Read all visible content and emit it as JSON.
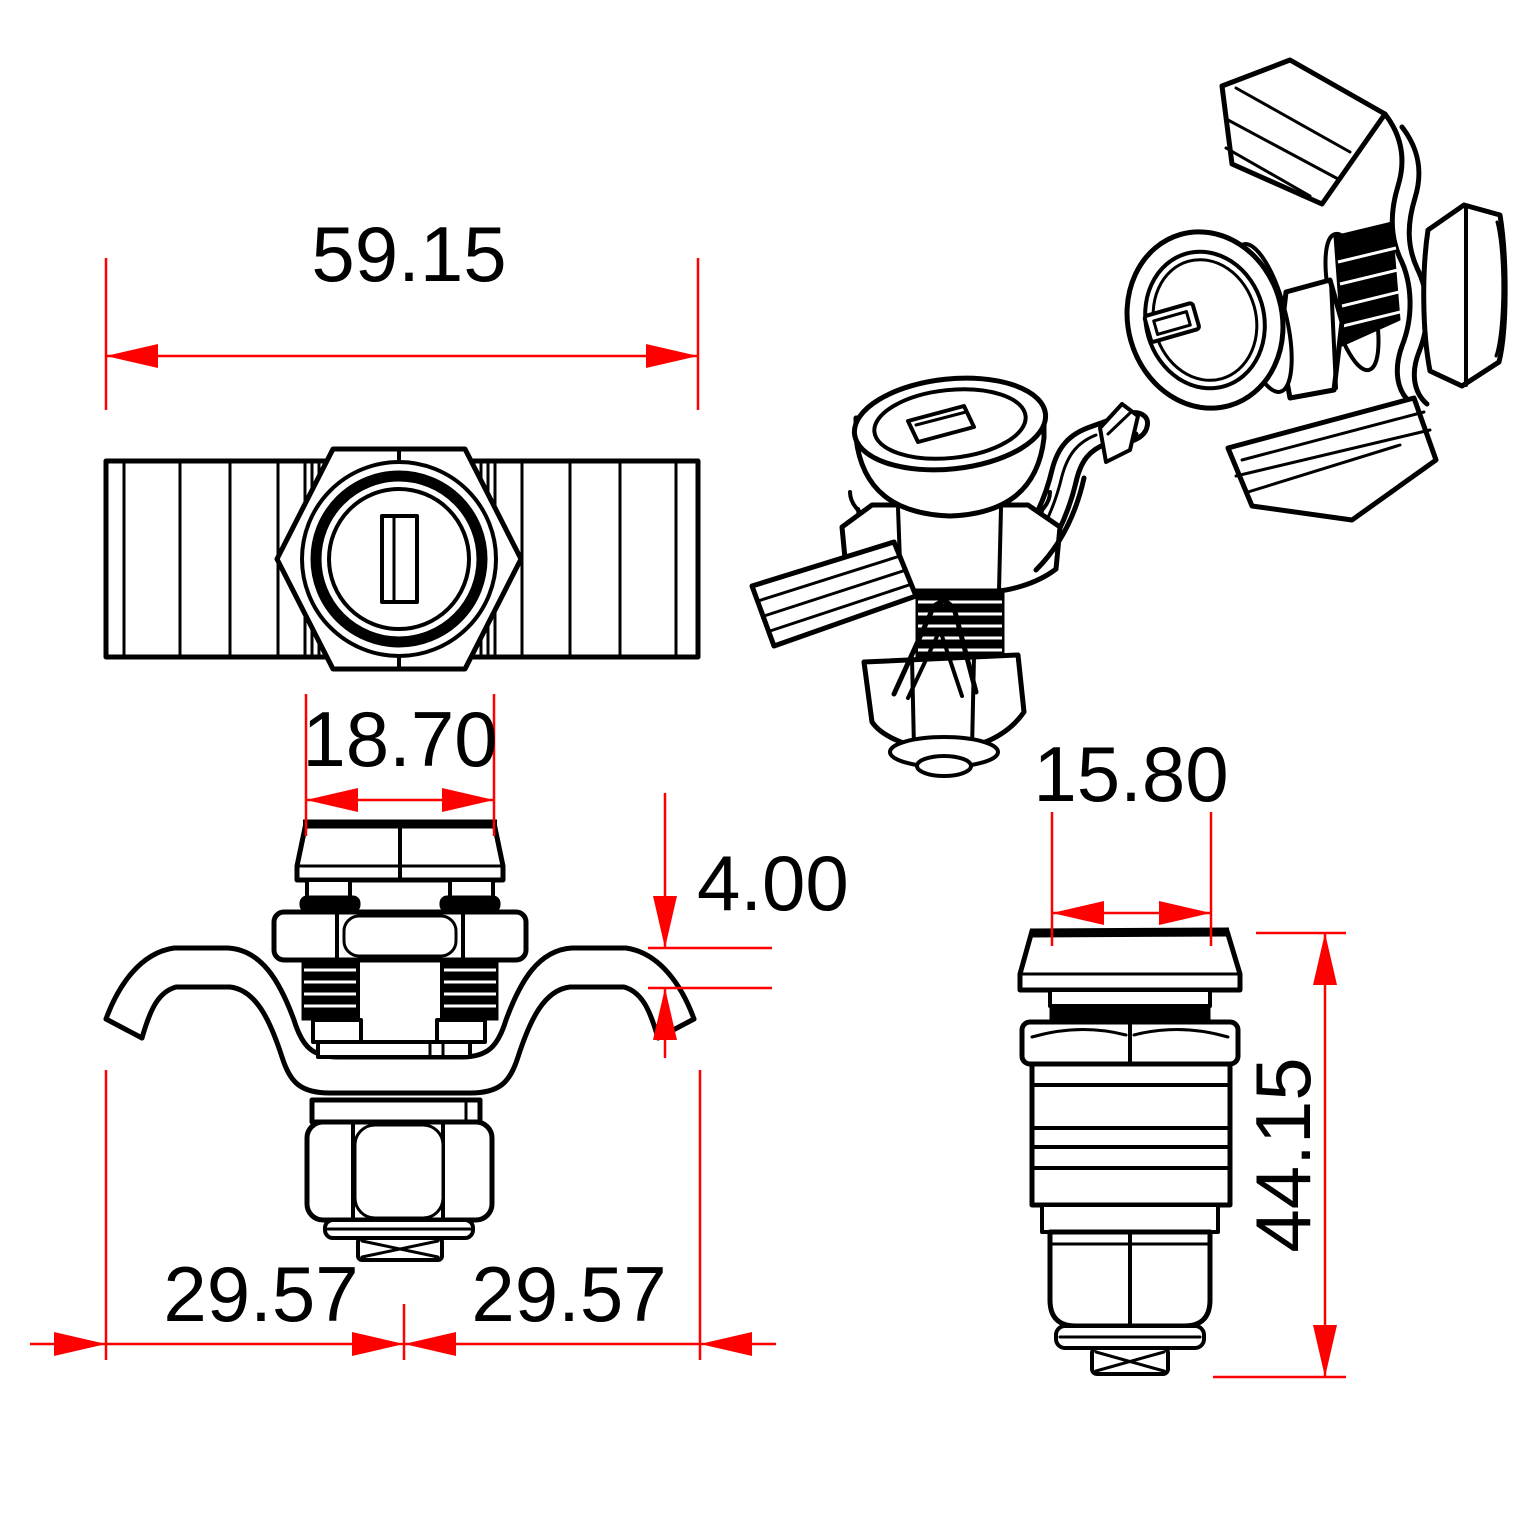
{
  "drawing": {
    "colors": {
      "line": "#000000",
      "dimension": "#ff0000",
      "background": "#ffffff"
    },
    "dimensions": {
      "clip_width": "59.15",
      "head_diameter": "18.70",
      "panel_thickness": "4.00",
      "half_span_left": "29.57",
      "half_span_right": "29.57",
      "bushing_diameter": "15.80",
      "overall_height": "44.15"
    }
  }
}
